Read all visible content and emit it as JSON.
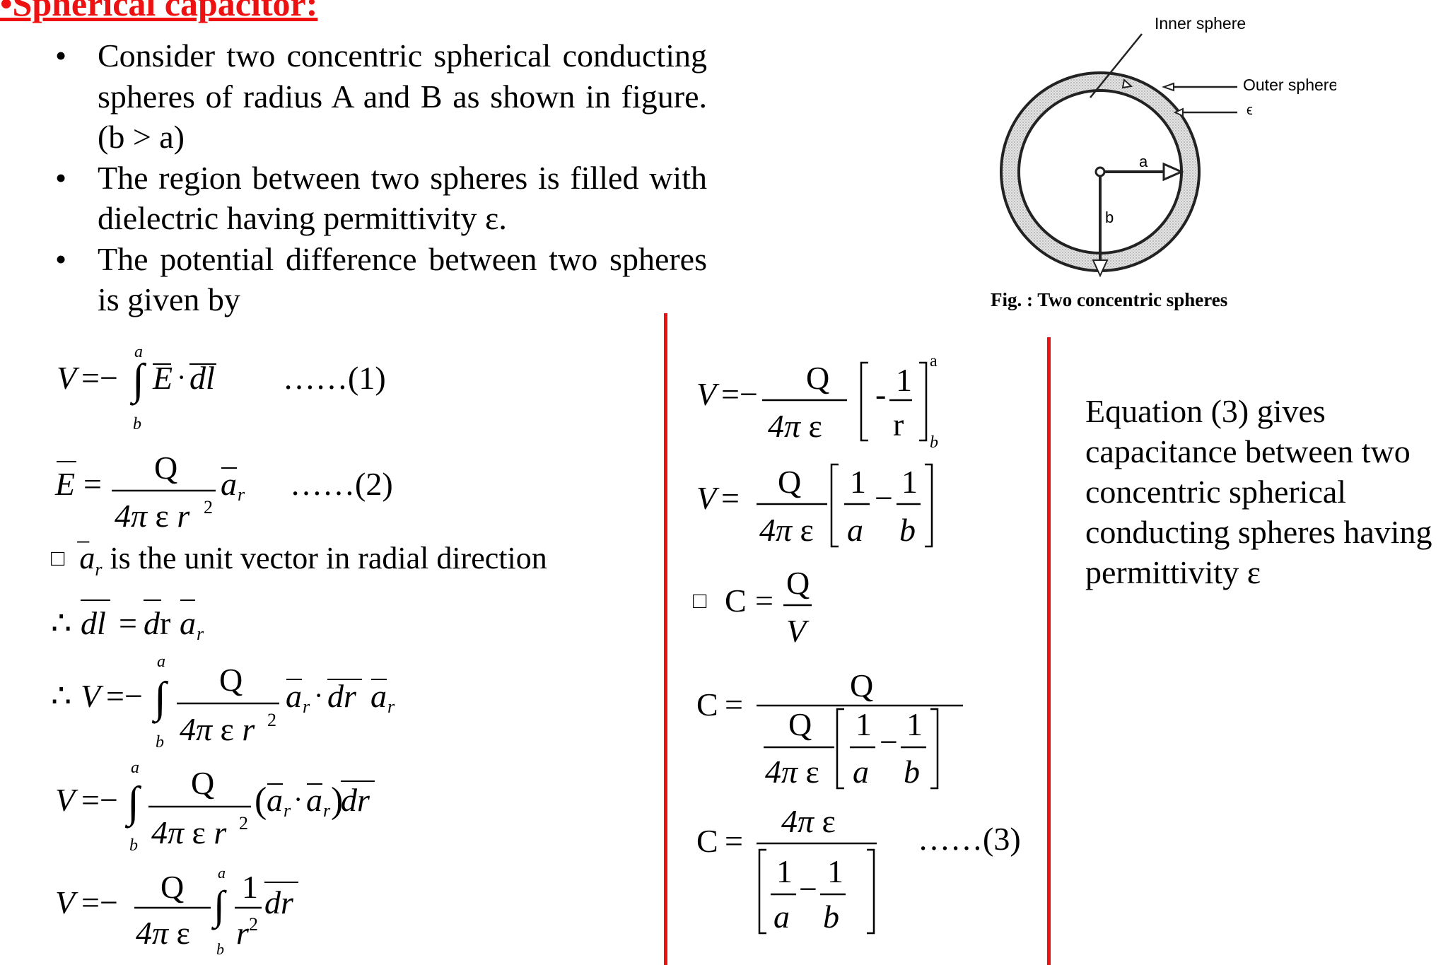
{
  "title": "•Spherical capacitor:",
  "bullets": [
    "Consider two concentric spherical conducting spheres of radius A and B as shown in figure. (b > a)",
    "The region between two spheres is filled with dielectric having permittivity ε.",
    "The potential difference between two spheres is given by"
  ],
  "bullet_marker": "•",
  "figure": {
    "label_inner": "Inner sphere",
    "label_outer": "Outer sphere",
    "label_eps": "ϵ",
    "label_a": "a",
    "label_b": "b",
    "caption": "Fig. : Two concentric spheres"
  },
  "equations": {
    "eq1_tag": "……(1)",
    "eq2_tag": "……(2)",
    "eq3_tag": "……(3)",
    "unit_vector_note": "is the unit vector in radial direction",
    "missing_glyph": "□",
    "therefore": "∴"
  },
  "note": "Equation (3) gives capacitance between two concentric spherical conducting spheres having permittivity ε",
  "colors": {
    "title": "#ee1111",
    "divider": "#e11111"
  }
}
